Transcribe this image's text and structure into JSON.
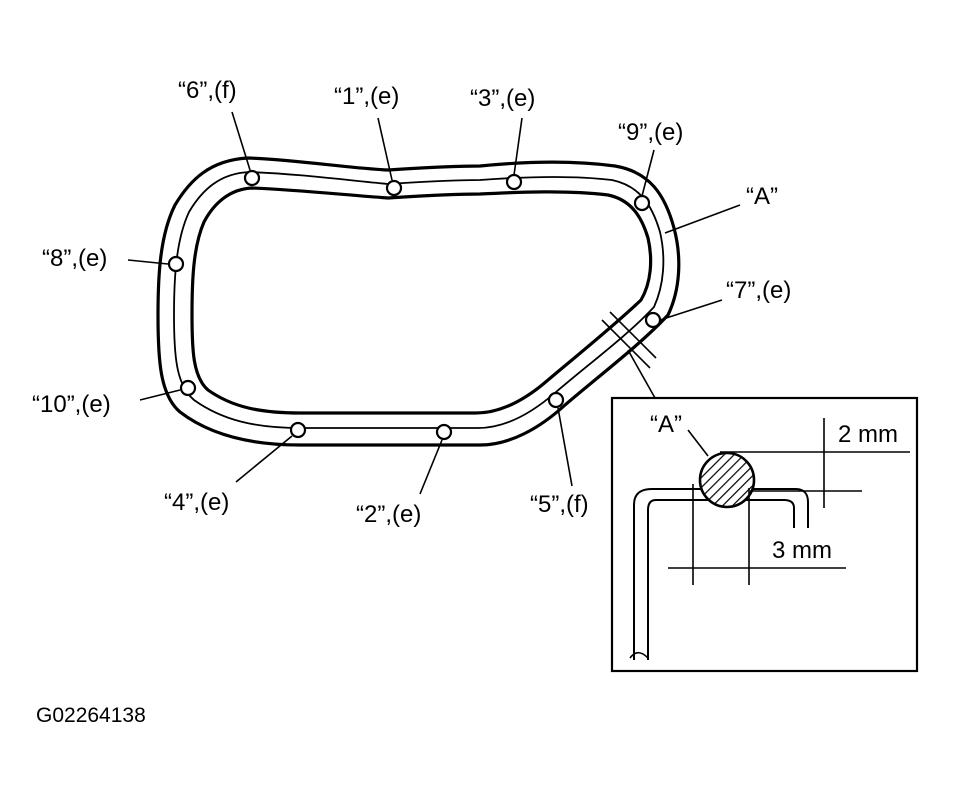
{
  "bolts": [
    {
      "id": "6",
      "label": "“6”,(f)"
    },
    {
      "id": "1",
      "label": "“1”,(e)"
    },
    {
      "id": "3",
      "label": "“3”,(e)"
    },
    {
      "id": "9",
      "label": "“9”,(e)"
    },
    {
      "id": "8",
      "label": "“8”,(e)"
    },
    {
      "id": "7",
      "label": "“7”,(e)"
    },
    {
      "id": "10",
      "label": "“10”,(e)"
    },
    {
      "id": "4",
      "label": "“4”,(e)"
    },
    {
      "id": "2",
      "label": "“2”,(e)"
    },
    {
      "id": "5",
      "label": "“5”,(f)"
    }
  ],
  "bead_label": "“A”",
  "detail": {
    "bead_label": "“A”",
    "height_dim": "2 mm",
    "width_dim": "3 mm"
  },
  "figure_code": "G02264138"
}
